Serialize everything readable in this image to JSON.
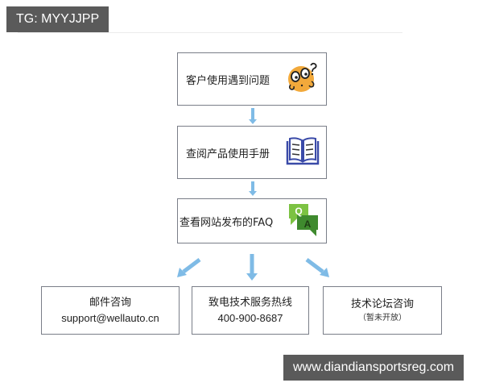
{
  "watermarks": {
    "top": "TG: MYYJJPP",
    "bottom": "www.diandiansportsreg.com"
  },
  "colors": {
    "arrow": "#7fbbe6",
    "box_border": "#7a7e88",
    "watermark_bg": "#5a5a5a",
    "face": "#f2a93b",
    "book": "#3a4aa8",
    "qa_light": "#7cc242",
    "qa_dark": "#3f8a2e"
  },
  "flow": {
    "steps": [
      {
        "label": "客户使用遇到问题",
        "icon": "confused-face-icon"
      },
      {
        "label": "查阅产品使用手册",
        "icon": "open-book-icon"
      },
      {
        "label": "查看网站发布的FAQ",
        "icon": "qa-chat-icon",
        "icon_q": "Q",
        "icon_a": "A"
      }
    ],
    "options": [
      {
        "title": "邮件咨询",
        "detail": "support@wellauto.cn"
      },
      {
        "title": "致电技术服务热线",
        "detail": "400-900-8687"
      },
      {
        "title": "技术论坛咨询",
        "detail": "（暂未开放）"
      }
    ]
  }
}
